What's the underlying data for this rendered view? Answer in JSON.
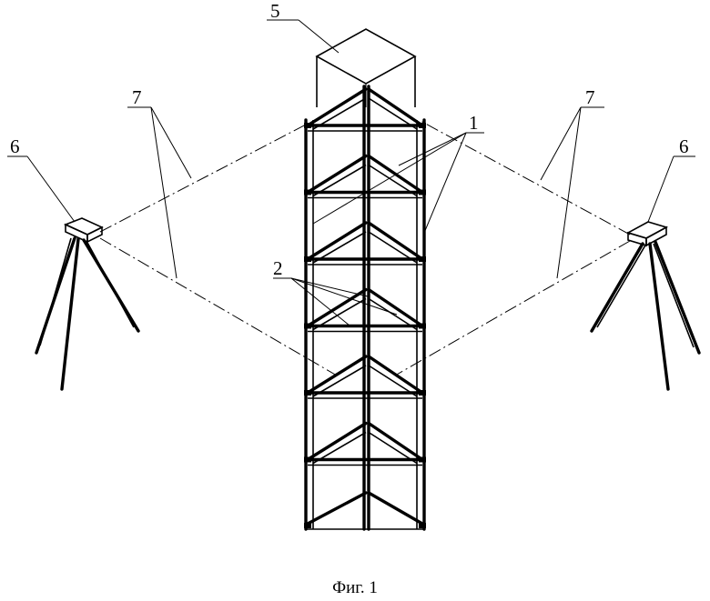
{
  "labels": {
    "block": "5",
    "posts": "1",
    "braces": "2",
    "instrument_left": "6",
    "instrument_right": "6",
    "beams_left": "7",
    "beams_right": "7"
  },
  "caption": "Фиг. 1",
  "colors": {
    "ink": "#000000",
    "paper": "#ffffff"
  },
  "tower": {
    "panel_count": 6
  }
}
